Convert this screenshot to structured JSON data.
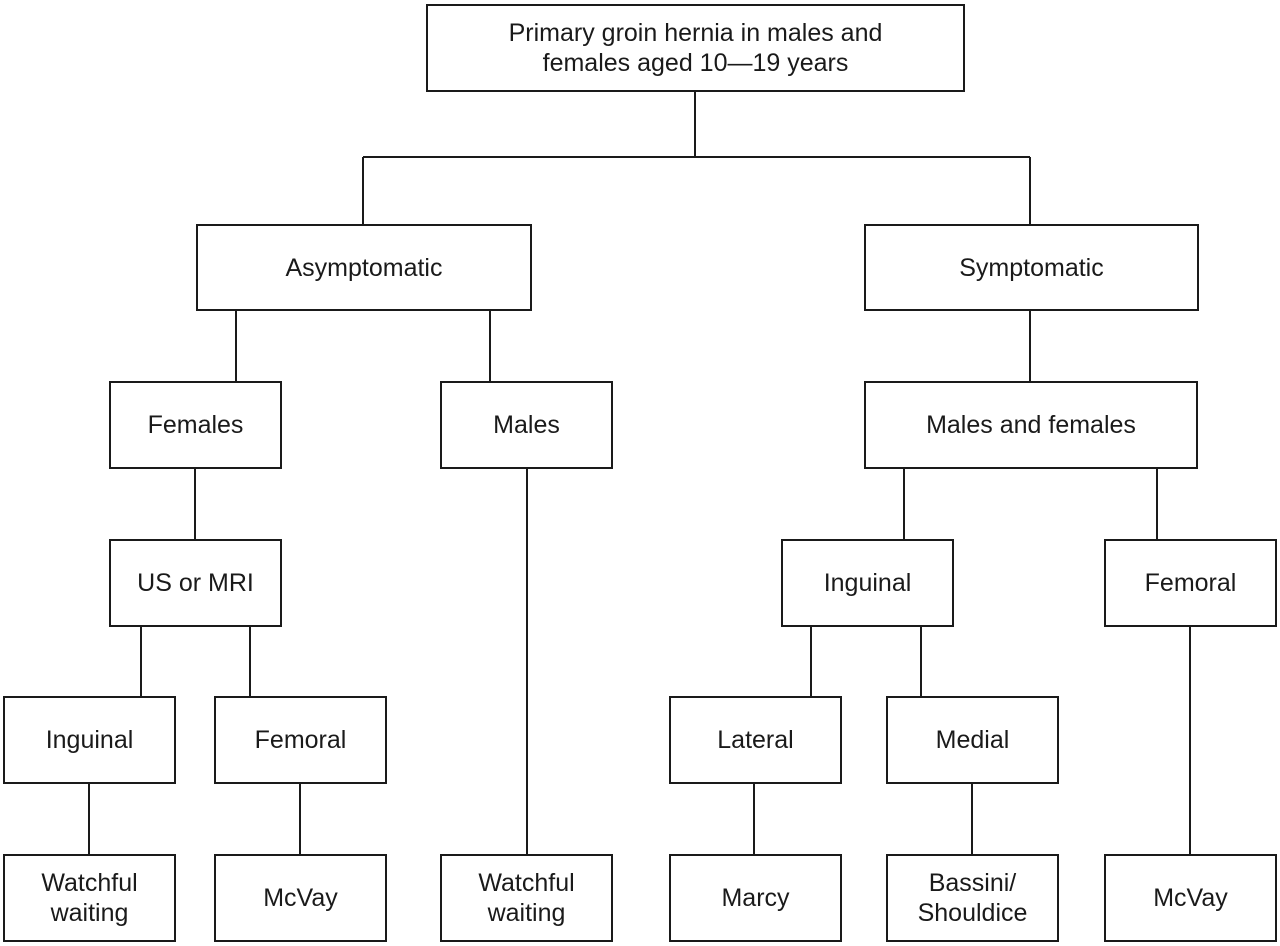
{
  "nodes": {
    "root": "Primary groin hernia in males and\nfemales aged 10—19 years",
    "asymptomatic": "Asymptomatic",
    "symptomatic": "Symptomatic",
    "females": "Females",
    "males": "Males",
    "males_and_females": "Males and females",
    "us_or_mri": "US or MRI",
    "inguinal_asym": "Inguinal",
    "femoral_asym": "Femoral",
    "inguinal_sym": "Inguinal",
    "femoral_sym": "Femoral",
    "lateral": "Lateral",
    "medial": "Medial",
    "watchful_waiting_1": "Watchful\nwaiting",
    "mcvay_1": "McVay",
    "watchful_waiting_2": "Watchful\nwaiting",
    "marcy": "Marcy",
    "bassini_shouldice": "Bassini/\nShouldice",
    "mcvay_2": "McVay"
  }
}
